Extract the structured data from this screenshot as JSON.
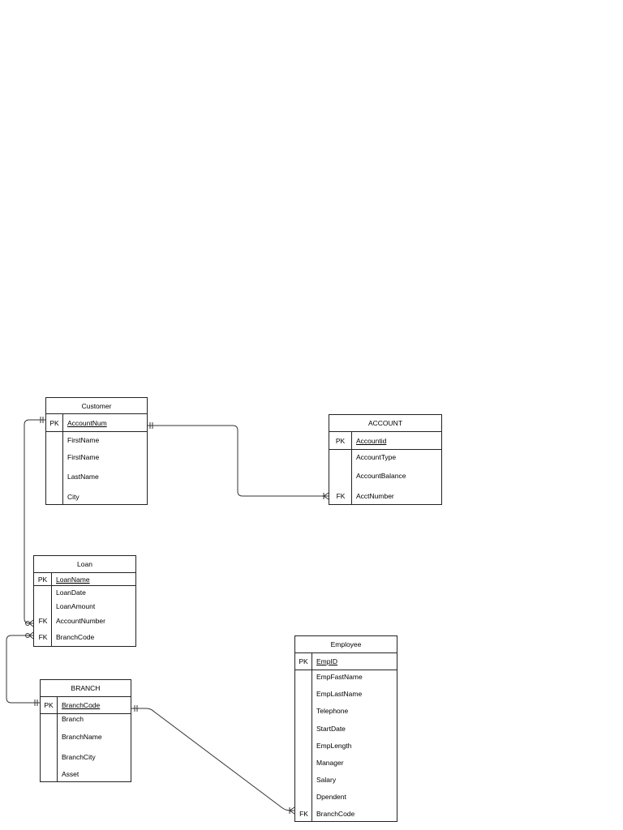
{
  "entities": {
    "customer": {
      "title": "Customer",
      "pk": {
        "key": "PK",
        "name": "AccountNum"
      },
      "attributes": [
        "FirstName",
        "FirstName",
        "LastName",
        "City"
      ]
    },
    "account": {
      "title": "ACCOUNT",
      "pk": {
        "key": "PK",
        "name": "Accountid"
      },
      "attributes": [
        "AccountType",
        "AccountBalance",
        "AcctNumber"
      ],
      "fk_label": "FK"
    },
    "loan": {
      "title": "Loan",
      "pk": {
        "key": "PK",
        "name": "LoanName"
      },
      "attributes": [
        "LoanDate",
        "LoanAmount",
        "AccountNumber",
        "BranchCode"
      ],
      "fk_labels": [
        "FK",
        "FK"
      ]
    },
    "branch": {
      "title": "BRANCH",
      "pk": {
        "key": "PK",
        "name": "BranchCode"
      },
      "attributes": [
        "Branch",
        "BranchName",
        "BranchCity",
        "Asset"
      ]
    },
    "employee": {
      "title": "Employee",
      "pk": {
        "key": "PK",
        "name": "EmpID"
      },
      "attributes": [
        "EmpFastName",
        "EmpLastName",
        "Telephone",
        "StartDate",
        "EmpLength",
        "Manager",
        "Salary",
        "Dpendent",
        "BranchCode"
      ],
      "fk_label": "FK"
    }
  },
  "relationships": [
    {
      "from": "Customer",
      "to": "ACCOUNT",
      "from_end": "one-and-only-one",
      "to_end": "one-or-many"
    },
    {
      "from": "Customer",
      "to": "Loan",
      "from_end": "one-and-only-one",
      "to_end": "zero-or-many"
    },
    {
      "from": "BRANCH",
      "to": "Loan",
      "from_end": "one-and-only-one",
      "to_end": "zero-or-many"
    },
    {
      "from": "BRANCH",
      "to": "Employee",
      "from_end": "one-and-only-one",
      "to_end": "one-or-many"
    }
  ]
}
